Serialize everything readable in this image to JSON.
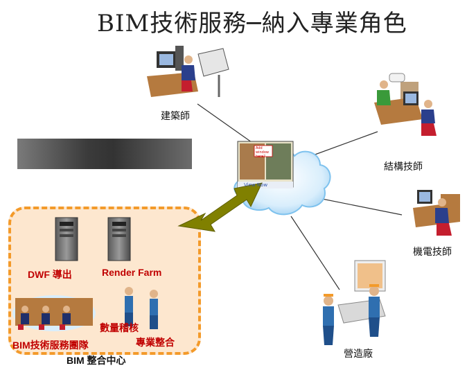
{
  "title": "BIM技術服務─納入專業角色",
  "roles": {
    "architect": "建築師",
    "structural": "結構技師",
    "mep": "機電技師",
    "contractor": "營造廠"
  },
  "cloud": {
    "screen_note": "Add window here?",
    "view_now": "View Now"
  },
  "center": {
    "dwf_label": "DWF 導出",
    "render_label": "Render Farm",
    "quantity_label": "數量稽核",
    "team_label": "BIM技術服務團隊",
    "integration_label": "專業整合",
    "hub_label": "BIM 整合中心"
  }
}
